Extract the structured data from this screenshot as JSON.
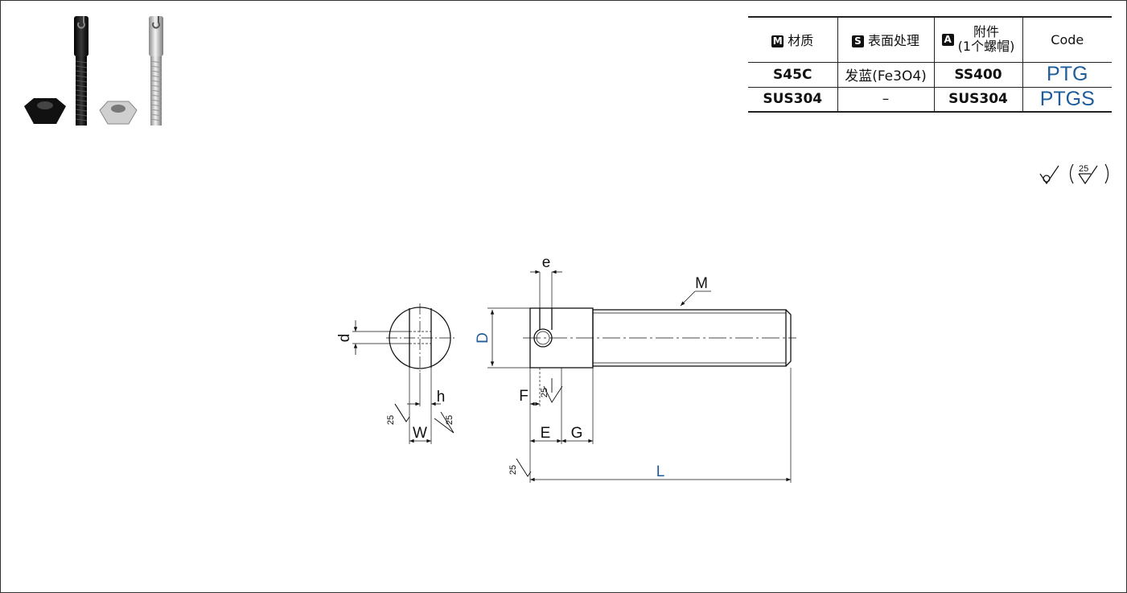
{
  "table": {
    "headers": [
      {
        "badge": "M",
        "label": "材质"
      },
      {
        "badge": "S",
        "label": "表面处理"
      },
      {
        "badge": "A",
        "label_line1": "附件",
        "label_line2": "(1个螺帽)"
      },
      {
        "label": "Code"
      }
    ],
    "rows": [
      {
        "material": "S45C",
        "surface": "发蓝(Fe3O4)",
        "accessory": "SS400",
        "code": "PTG"
      },
      {
        "material": "SUS304",
        "surface": "–",
        "accessory": "SUS304",
        "code": "PTGS"
      }
    ]
  },
  "finish_symbol": {
    "value": "25"
  },
  "dimensions": {
    "d": "d",
    "D": "D",
    "e": "e",
    "M": "M",
    "h": "h",
    "W": "W",
    "F": "F",
    "E": "E",
    "G": "G",
    "L": "L"
  },
  "roughness": {
    "value": "25"
  },
  "colors": {
    "accent": "#1f5d9a",
    "line": "#111111"
  }
}
